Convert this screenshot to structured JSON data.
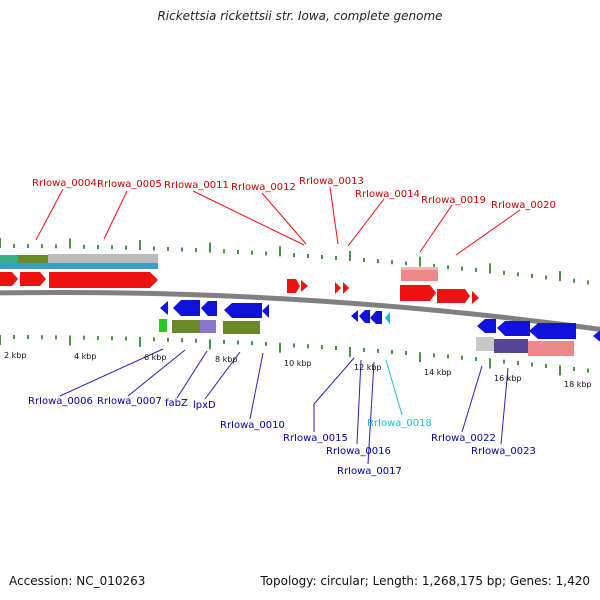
{
  "title": "Rickettsia rickettsii str. Iowa, complete genome",
  "footer": {
    "accession": "Accession: NC_010263",
    "summary": "Topology: circular; Length: 1,268,175 bp; Genes: 1,420"
  },
  "colors": {
    "forward": "#ee1111",
    "reverse": "#1111dd",
    "highlight": "#11bbdd",
    "backbone": "#808080",
    "tick": "#1a7a1a",
    "forward_label": "#cc0000",
    "reverse_label": "#0000aa",
    "highlight_label": "#22bbdd",
    "pink_feature": "#ee8888",
    "gray_feature": "#bbbbbb",
    "green_feature": "#6a8a2a",
    "lavender_feature": "#8877cc",
    "teal_feature": "#3aa0c8"
  },
  "scale_labels": [
    "2 kbp",
    "4 kbp",
    "6 kbp",
    "8 kbp",
    "10 kbp",
    "12 kbp",
    "14 kbp",
    "16 kbp",
    "18 kbp"
  ],
  "forward_gene_labels": [
    "RrIowa_0004",
    "RrIowa_0005",
    "RrIowa_0011",
    "RrIowa_0012",
    "RrIowa_0013",
    "RrIowa_0014",
    "RrIowa_0019",
    "RrIowa_0020"
  ],
  "reverse_gene_labels": [
    "RrIowa_0006",
    "RrIowa_0007",
    "fabZ",
    "lpxD",
    "RrIowa_0010",
    "RrIowa_0015",
    "RrIowa_0016",
    "RrIowa_0017",
    "RrIowa_0018",
    "RrIowa_0022",
    "RrIowa_0023"
  ],
  "highlight_gene_label": "RrIowa_0018"
}
